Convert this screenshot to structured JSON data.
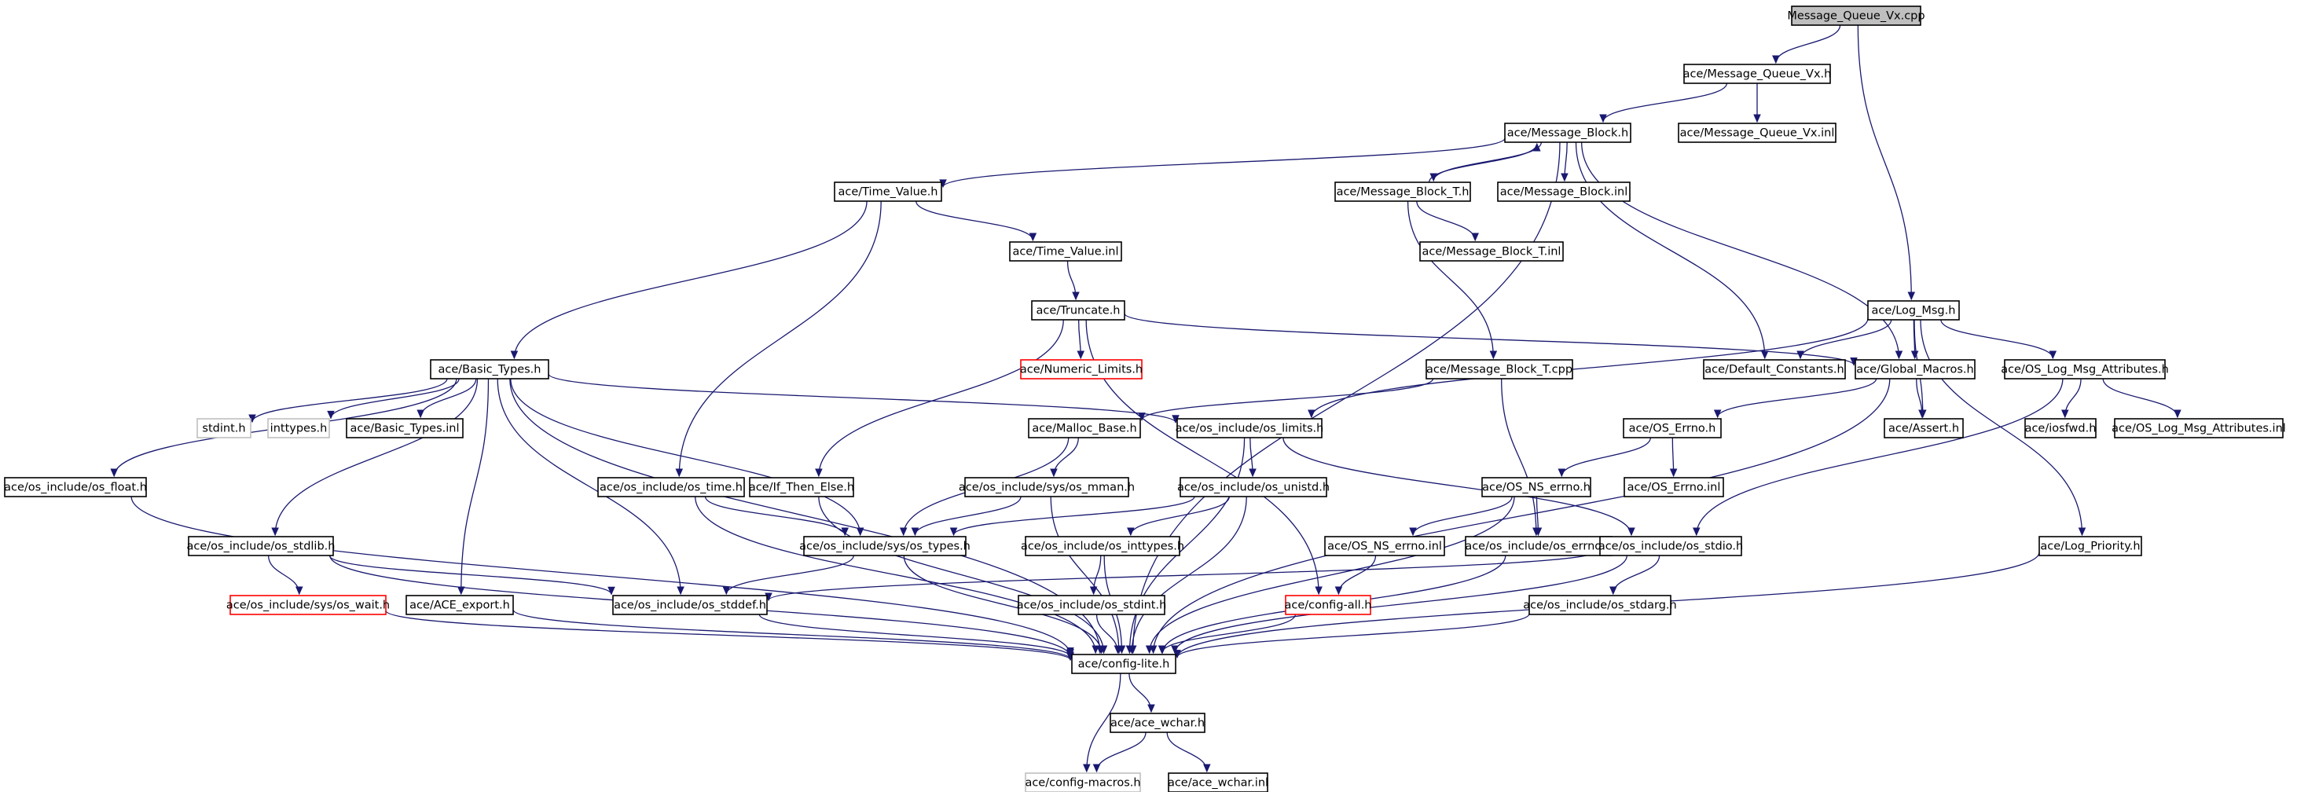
{
  "graph": {
    "root": "Message_Queue_Vx.cpp",
    "colors": {
      "edge": "#191970",
      "node_border": "#000000",
      "root_fill": "#bfbfbf",
      "missing_border": "#ff0000",
      "external_border": "#bfbfbf"
    },
    "nodes": [
      {
        "id": "mqvx_cpp",
        "label": "Message_Queue_Vx.cpp",
        "kind": "root"
      },
      {
        "id": "mqvx_h",
        "label": "ace/Message_Queue_Vx.h",
        "kind": "normal"
      },
      {
        "id": "mqvx_inl",
        "label": "ace/Message_Queue_Vx.inl",
        "kind": "normal"
      },
      {
        "id": "mb_h",
        "label": "ace/Message_Block.h",
        "kind": "normal"
      },
      {
        "id": "tv_h",
        "label": "ace/Time_Value.h",
        "kind": "normal"
      },
      {
        "id": "mbt_h",
        "label": "ace/Message_Block_T.h",
        "kind": "normal"
      },
      {
        "id": "mb_inl",
        "label": "ace/Message_Block.inl",
        "kind": "normal"
      },
      {
        "id": "tv_inl",
        "label": "ace/Time_Value.inl",
        "kind": "normal"
      },
      {
        "id": "mbt_inl",
        "label": "ace/Message_Block_T.inl",
        "kind": "normal"
      },
      {
        "id": "trunc_h",
        "label": "ace/Truncate.h",
        "kind": "normal"
      },
      {
        "id": "logmsg_h",
        "label": "ace/Log_Msg.h",
        "kind": "normal"
      },
      {
        "id": "numlim_h",
        "label": "ace/Numeric_Limits.h",
        "kind": "missing"
      },
      {
        "id": "basic_h",
        "label": "ace/Basic_Types.h",
        "kind": "normal"
      },
      {
        "id": "mbt_cpp",
        "label": "ace/Message_Block_T.cpp",
        "kind": "normal"
      },
      {
        "id": "defc_h",
        "label": "ace/Default_Constants.h",
        "kind": "normal"
      },
      {
        "id": "gm_h",
        "label": "ace/Global_Macros.h",
        "kind": "normal"
      },
      {
        "id": "oslma_h",
        "label": "ace/OS_Log_Msg_Attributes.h",
        "kind": "normal"
      },
      {
        "id": "stdint_h",
        "label": "stdint.h",
        "kind": "external"
      },
      {
        "id": "inttypes_h",
        "label": "inttypes.h",
        "kind": "external"
      },
      {
        "id": "basic_inl",
        "label": "ace/Basic_Types.inl",
        "kind": "normal"
      },
      {
        "id": "malloc_h",
        "label": "ace/Malloc_Base.h",
        "kind": "normal"
      },
      {
        "id": "limits_h",
        "label": "ace/os_include/os_limits.h",
        "kind": "normal"
      },
      {
        "id": "oserrno_h",
        "label": "ace/OS_Errno.h",
        "kind": "normal"
      },
      {
        "id": "assert_h",
        "label": "ace/Assert.h",
        "kind": "normal"
      },
      {
        "id": "iosfwd_h",
        "label": "ace/iosfwd.h",
        "kind": "normal"
      },
      {
        "id": "oslma_inl",
        "label": "ace/OS_Log_Msg_Attributes.inl",
        "kind": "normal"
      },
      {
        "id": "float_h",
        "label": "ace/os_include/os_float.h",
        "kind": "normal"
      },
      {
        "id": "time_h",
        "label": "ace/os_include/os_time.h",
        "kind": "normal"
      },
      {
        "id": "ite_h",
        "label": "ace/If_Then_Else.h",
        "kind": "normal"
      },
      {
        "id": "mman_h",
        "label": "ace/os_include/sys/os_mman.h",
        "kind": "normal"
      },
      {
        "id": "unistd_h",
        "label": "ace/os_include/os_unistd.h",
        "kind": "normal"
      },
      {
        "id": "nserrno_h",
        "label": "ace/OS_NS_errno.h",
        "kind": "normal"
      },
      {
        "id": "oserrno_inl",
        "label": "ace/OS_Errno.inl",
        "kind": "normal"
      },
      {
        "id": "stdlib_h",
        "label": "ace/os_include/os_stdlib.h",
        "kind": "normal"
      },
      {
        "id": "types_h",
        "label": "ace/os_include/sys/os_types.h",
        "kind": "normal"
      },
      {
        "id": "inttypes2_h",
        "label": "ace/os_include/os_inttypes.h",
        "kind": "normal"
      },
      {
        "id": "nserrno_inl",
        "label": "ace/OS_NS_errno.inl",
        "kind": "normal"
      },
      {
        "id": "errno_h",
        "label": "ace/os_include/os_errno.h",
        "kind": "normal"
      },
      {
        "id": "stdio_h",
        "label": "ace/os_include/os_stdio.h",
        "kind": "normal"
      },
      {
        "id": "logprio_h",
        "label": "ace/Log_Priority.h",
        "kind": "normal"
      },
      {
        "id": "wait_h",
        "label": "ace/os_include/sys/os_wait.h",
        "kind": "missing"
      },
      {
        "id": "export_h",
        "label": "ace/ACE_export.h",
        "kind": "normal"
      },
      {
        "id": "stddef_h",
        "label": "ace/os_include/os_stddef.h",
        "kind": "normal"
      },
      {
        "id": "stdint2_h",
        "label": "ace/os_include/os_stdint.h",
        "kind": "normal"
      },
      {
        "id": "configall_h",
        "label": "ace/config-all.h",
        "kind": "missing"
      },
      {
        "id": "stdarg_h",
        "label": "ace/os_include/os_stdarg.h",
        "kind": "normal"
      },
      {
        "id": "configlite_h",
        "label": "ace/config-lite.h",
        "kind": "normal"
      },
      {
        "id": "wchar_h",
        "label": "ace/ace_wchar.h",
        "kind": "normal"
      },
      {
        "id": "configmacros_h",
        "label": "ace/config-macros.h",
        "kind": "external"
      },
      {
        "id": "wchar_inl",
        "label": "ace/ace_wchar.inl",
        "kind": "normal"
      }
    ],
    "edges": [
      [
        "mqvx_cpp",
        "mqvx_h"
      ],
      [
        "mqvx_cpp",
        "logmsg_h"
      ],
      [
        "mqvx_h",
        "mb_h"
      ],
      [
        "mqvx_h",
        "mqvx_inl"
      ],
      [
        "mb_h",
        "tv_h"
      ],
      [
        "mb_h",
        "mbt_h"
      ],
      [
        "mb_h",
        "mb_inl"
      ],
      [
        "mb_h",
        "defc_h"
      ],
      [
        "mb_h",
        "gm_h"
      ],
      [
        "mb_h",
        "configlite_h"
      ],
      [
        "mbt_h",
        "mb_h"
      ],
      [
        "mbt_h",
        "mbt_inl"
      ],
      [
        "mbt_h",
        "mbt_cpp"
      ],
      [
        "tv_h",
        "tv_inl"
      ],
      [
        "tv_h",
        "basic_h"
      ],
      [
        "tv_h",
        "time_h"
      ],
      [
        "tv_inl",
        "trunc_h"
      ],
      [
        "trunc_h",
        "numlim_h"
      ],
      [
        "trunc_h",
        "ite_h"
      ],
      [
        "trunc_h",
        "gm_h"
      ],
      [
        "trunc_h",
        "configall_h"
      ],
      [
        "logmsg_h",
        "defc_h"
      ],
      [
        "logmsg_h",
        "gm_h"
      ],
      [
        "logmsg_h",
        "oslma_h"
      ],
      [
        "logmsg_h",
        "assert_h"
      ],
      [
        "logmsg_h",
        "logprio_h"
      ],
      [
        "logmsg_h",
        "limits_h"
      ],
      [
        "basic_h",
        "stdint_h"
      ],
      [
        "basic_h",
        "inttypes_h"
      ],
      [
        "basic_h",
        "basic_inl"
      ],
      [
        "basic_h",
        "float_h"
      ],
      [
        "basic_h",
        "stdlib_h"
      ],
      [
        "basic_h",
        "export_h"
      ],
      [
        "basic_h",
        "stddef_h"
      ],
      [
        "basic_h",
        "configlite_h"
      ],
      [
        "basic_h",
        "types_h"
      ],
      [
        "basic_h",
        "limits_h"
      ],
      [
        "mbt_cpp",
        "malloc_h"
      ],
      [
        "mbt_cpp",
        "errno_h"
      ],
      [
        "gm_h",
        "assert_h"
      ],
      [
        "gm_h",
        "oserrno_h"
      ],
      [
        "gm_h",
        "configlite_h"
      ],
      [
        "oslma_h",
        "iosfwd_h"
      ],
      [
        "oslma_h",
        "oslma_inl"
      ],
      [
        "oslma_h",
        "stdio_h"
      ],
      [
        "malloc_h",
        "mman_h"
      ],
      [
        "malloc_h",
        "types_h"
      ],
      [
        "limits_h",
        "unistd_h"
      ],
      [
        "limits_h",
        "stdio_h"
      ],
      [
        "limits_h",
        "configlite_h"
      ],
      [
        "oserrno_h",
        "nserrno_h"
      ],
      [
        "oserrno_h",
        "oserrno_inl"
      ],
      [
        "float_h",
        "configlite_h"
      ],
      [
        "time_h",
        "types_h"
      ],
      [
        "time_h",
        "configlite_h"
      ],
      [
        "ite_h",
        "configlite_h"
      ],
      [
        "mman_h",
        "types_h"
      ],
      [
        "mman_h",
        "configlite_h"
      ],
      [
        "unistd_h",
        "inttypes2_h"
      ],
      [
        "unistd_h",
        "types_h"
      ],
      [
        "unistd_h",
        "configlite_h"
      ],
      [
        "nserrno_h",
        "nserrno_inl"
      ],
      [
        "nserrno_h",
        "errno_h"
      ],
      [
        "nserrno_h",
        "configlite_h"
      ],
      [
        "stdlib_h",
        "wait_h"
      ],
      [
        "stdlib_h",
        "stddef_h"
      ],
      [
        "stdlib_h",
        "configlite_h"
      ],
      [
        "types_h",
        "stddef_h"
      ],
      [
        "types_h",
        "configlite_h"
      ],
      [
        "inttypes2_h",
        "stdint2_h"
      ],
      [
        "inttypes2_h",
        "configlite_h"
      ],
      [
        "nserrno_inl",
        "configall_h"
      ],
      [
        "errno_h",
        "configlite_h"
      ],
      [
        "stdio_h",
        "stdarg_h"
      ],
      [
        "stdio_h",
        "stddef_h"
      ],
      [
        "stdio_h",
        "configlite_h"
      ],
      [
        "logprio_h",
        "configlite_h"
      ],
      [
        "wait_h",
        "configlite_h"
      ],
      [
        "export_h",
        "configlite_h"
      ],
      [
        "stddef_h",
        "configlite_h"
      ],
      [
        "stdint2_h",
        "configlite_h"
      ],
      [
        "configall_h",
        "configlite_h"
      ],
      [
        "stdarg_h",
        "configlite_h"
      ],
      [
        "configlite_h",
        "wchar_h"
      ],
      [
        "configlite_h",
        "configmacros_h"
      ],
      [
        "wchar_h",
        "configmacros_h"
      ],
      [
        "wchar_h",
        "wchar_inl"
      ]
    ]
  }
}
